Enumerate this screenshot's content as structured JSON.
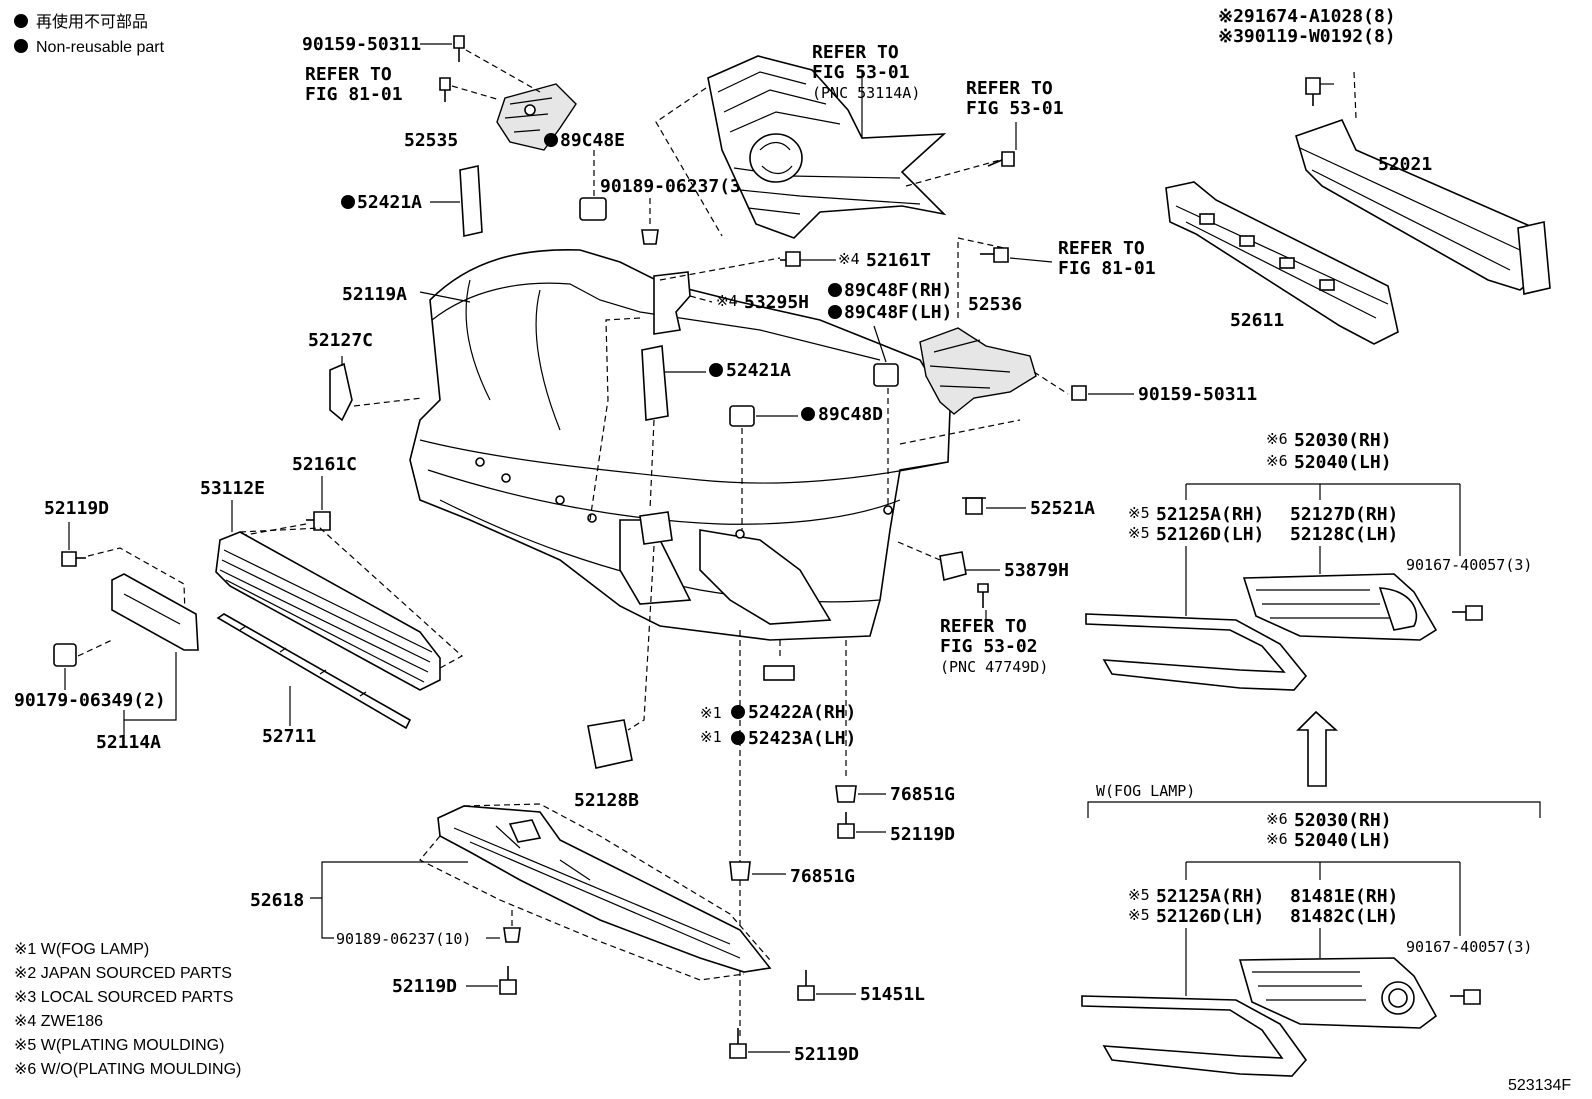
{
  "legend": {
    "jp": "再使用不可部品",
    "en": "Non-reusable part"
  },
  "labels": {
    "p90159_top": "90159-50311",
    "refer81_a1": "REFER TO",
    "refer81_a2": "FIG 81-01",
    "p52535": "52535",
    "p89C48E": "89C48E",
    "p52421A_1": "52421A",
    "p90189_3": "90189-06237(3)",
    "refer53_g1": "REFER TO",
    "refer53_g2": "FIG 53-01",
    "refer53_g3": "(PNC 53114A)",
    "refer53_b1": "REFER TO",
    "refer53_b2": "FIG 53-01",
    "note_291674": "※291674-A1028(8)",
    "note_390119": "※390119-W0192(8)",
    "p52021": "52021",
    "p52611": "52611",
    "p52161T": "52161T",
    "x4_a": "※4",
    "refer81_b1": "REFER TO",
    "refer81_b2": "FIG 81-01",
    "p52119A": "52119A",
    "p53295H": "53295H",
    "x4_b": "※4",
    "p89C48F_RH": "89C48F(RH)",
    "p89C48F_LH": "89C48F(LH)",
    "p52536": "52536",
    "p52127C": "52127C",
    "p52421A_2": "52421A",
    "p90159_right": "90159-50311",
    "p89C48D": "89C48D",
    "x6_a1": "※6",
    "p52030_a": "52030(RH)",
    "x6_a2": "※6",
    "p52040_a": "52040(LH)",
    "p52161C": "52161C",
    "p52521A": "52521A",
    "x5_a1": "※5",
    "p52125A_a": "52125A(RH)",
    "x5_a2": "※5",
    "p52126D_a": "52126D(LH)",
    "p52127D": "52127D(RH)",
    "p52128C": "52128C(LH)",
    "p53112E": "53112E",
    "p52119D_left": "52119D",
    "p53879H": "53879H",
    "p90167_a": "90167-40057(3)",
    "refer53_c1": "REFER TO",
    "refer53_c2": "FIG 53-02",
    "refer53_c3": "(PNC 47749D)",
    "p90179": "90179-06349(2)",
    "p52114A": "52114A",
    "p52711": "52711",
    "x1_a": "※1",
    "p52422A": "52422A(RH)",
    "x1_b": "※1",
    "p52423A": "52423A(LH)",
    "p52128B": "52128B",
    "p76851G_a": "76851G",
    "p52119D_b": "52119D",
    "fog_header": "W(FOG LAMP)",
    "x6_b1": "※6",
    "p52030_b": "52030(RH)",
    "x6_b2": "※6",
    "p52040_b": "52040(LH)",
    "p52618": "52618",
    "p76851G_b": "76851G",
    "x5_b1": "※5",
    "p52125A_b": "52125A(RH)",
    "x5_b2": "※5",
    "p52126D_b": "52126D(LH)",
    "p81481E": "81481E(RH)",
    "p81482C": "81482C(LH)",
    "p90189_10": "90189-06237(10)",
    "p90167_b": "90167-40057(3)",
    "p52119D_c": "52119D",
    "p51451L": "51451L",
    "p52119D_d": "52119D",
    "figure_code": "523134F"
  },
  "notes": [
    "※1 W(FOG LAMP)",
    "※2 JAPAN SOURCED PARTS",
    "※3 LOCAL SOURCED PARTS",
    "※4 ZWE186",
    "※5 W(PLATING MOULDING)",
    "※6 W/O(PLATING MOULDING)"
  ]
}
